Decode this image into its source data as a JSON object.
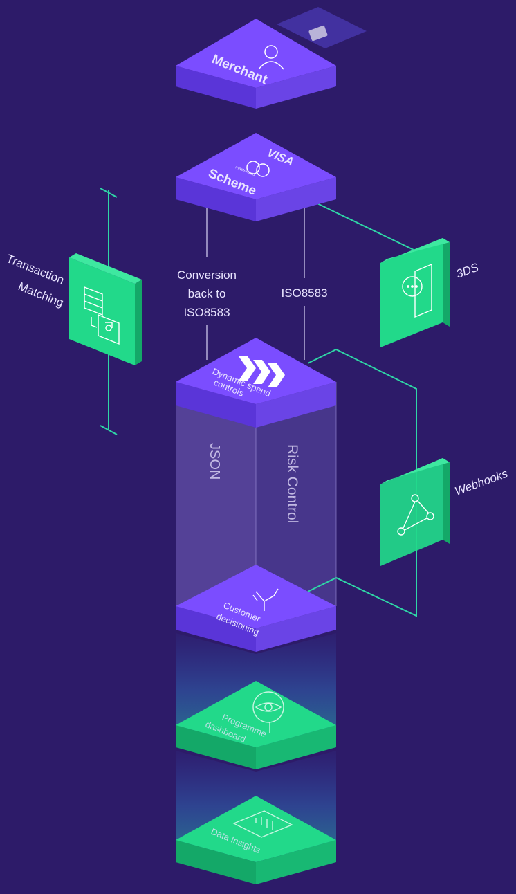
{
  "colors": {
    "background": "#2d1b69",
    "purple_top": "#7b4dff",
    "purple_side": "#5a35d8",
    "green_top": "#22d98a",
    "green_side": "#14a868",
    "connector": "#2fd6a6",
    "line": "#d9d4f5"
  },
  "layers": {
    "merchant": {
      "label": "Merchant",
      "icon": "person-icon"
    },
    "scheme": {
      "visa": "VISA",
      "mastercard": "mastercard",
      "label": "Scheme"
    },
    "spend_controls": {
      "line1": "Dynamic spend",
      "line2": "controls",
      "icon": "chevron-arrows-icon"
    },
    "customer_decisioning": {
      "line1": "Customer",
      "line2": "decisioning",
      "icon": "branching-arrows-icon"
    },
    "programme_dashboard": {
      "line1": "Programme",
      "line2": "dashboard",
      "icon": "eye-magnifier-icon"
    },
    "data_insights": {
      "label": "Data Insights",
      "icon": "bar-chart-monitor-icon"
    }
  },
  "connections": {
    "left": {
      "line1": "Conversion",
      "line2": "back to",
      "line3": "ISO8583"
    },
    "right": {
      "label": "ISO8583"
    }
  },
  "risk_block": {
    "left_label": "JSON",
    "right_label": "Risk Control"
  },
  "side_modules": {
    "transaction_matching": {
      "line1": "Transaction",
      "line2": "Matching",
      "icon": "matching-icon"
    },
    "three_ds": {
      "label": "3DS",
      "icon": "chat-phone-icon"
    },
    "webhooks": {
      "label": "Webhooks",
      "icon": "webhook-icon"
    }
  }
}
